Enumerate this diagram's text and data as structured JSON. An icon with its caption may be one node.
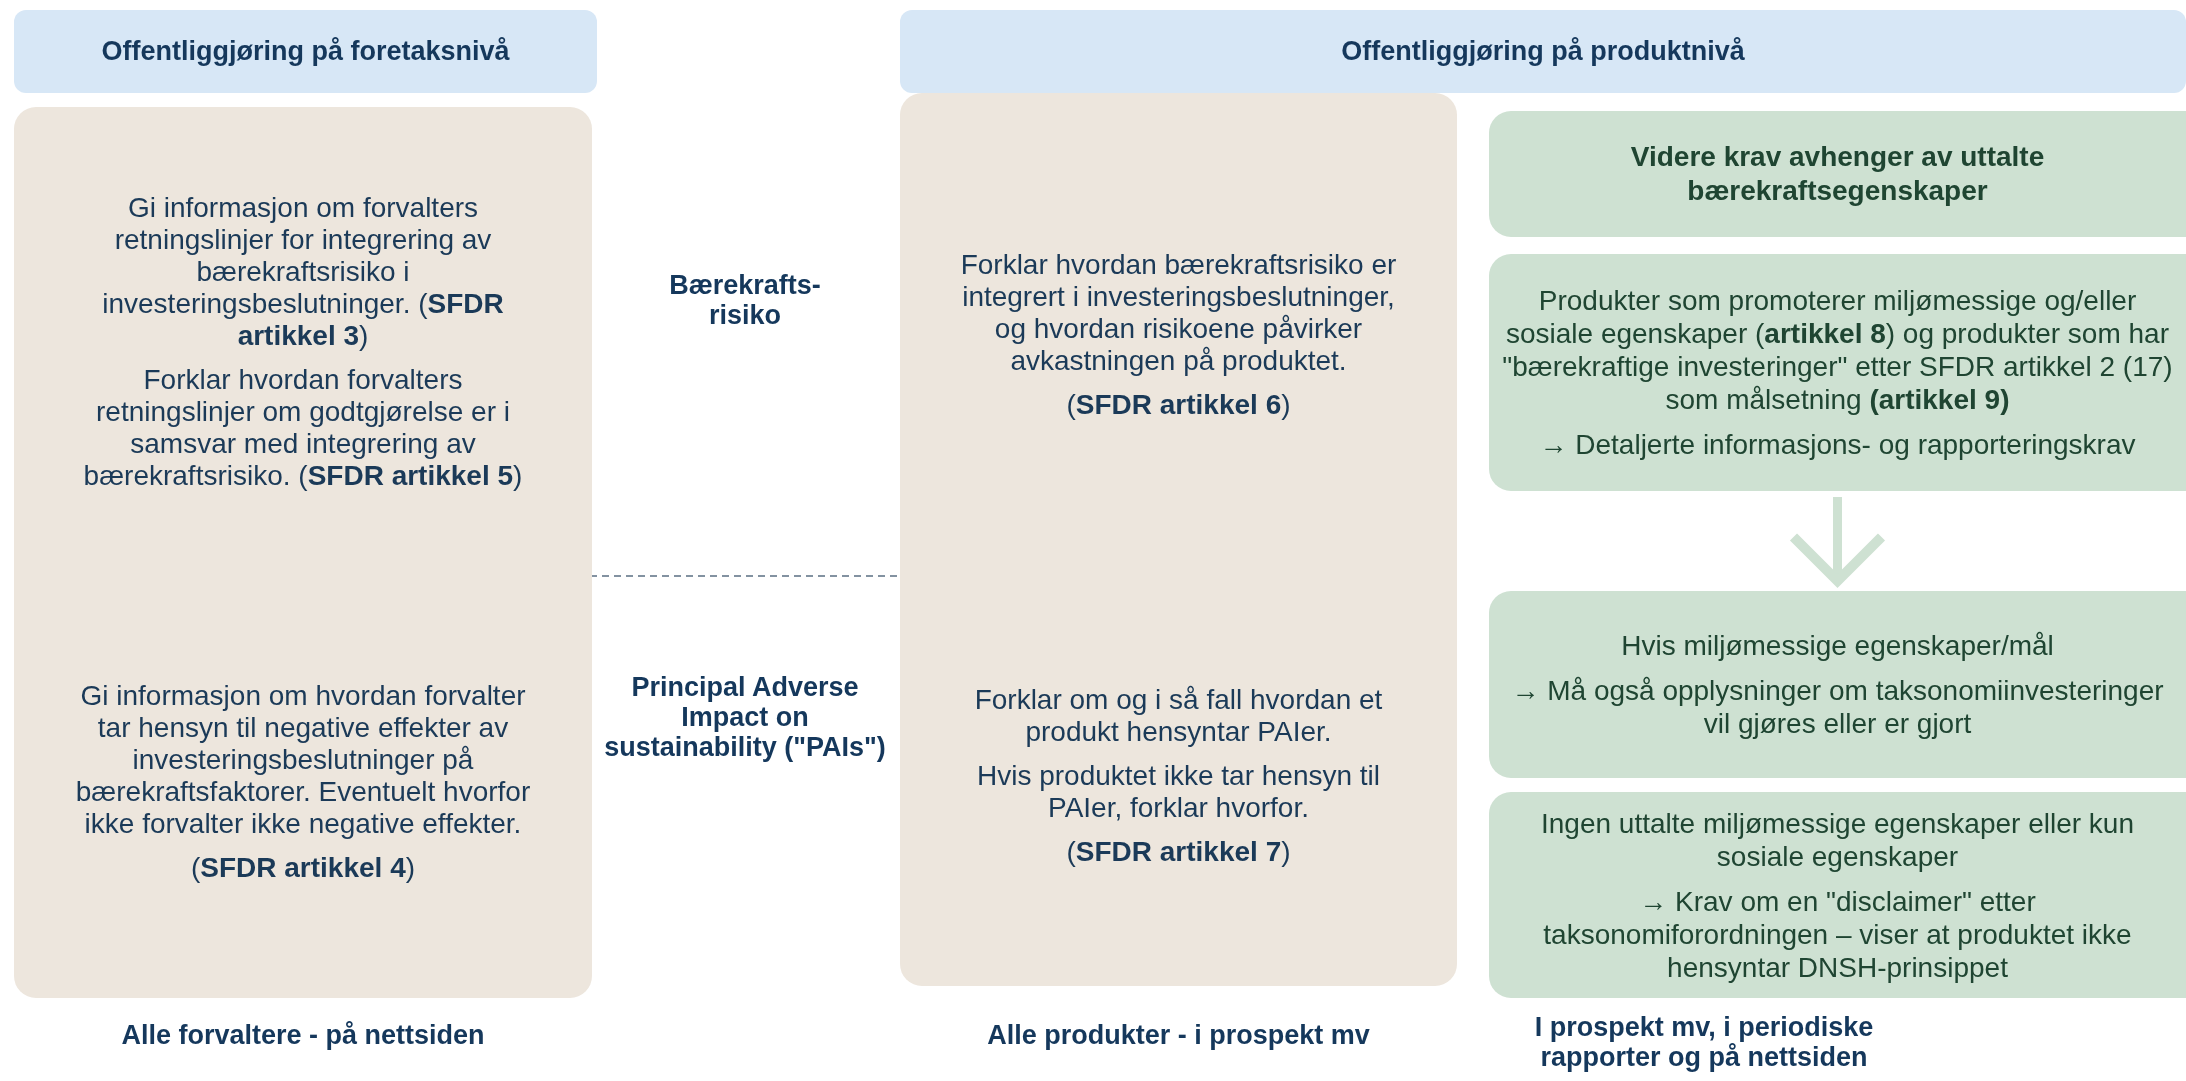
{
  "diagram": {
    "nodes": [
      {
        "text": [
          "Offentliggjøring på foretaksnivå"
        ]
      },
      {
        "text": [
          "Offentliggjøring på produktnivå"
        ]
      },
      {
        "text": [
          "Gi informasjon om forvalters retningslinjer for integrering av bærekraftsrisiko i investeringsbeslutninger. (**SFDR artikkel 3**)",
          "Forklar hvordan forvalters retningslinjer om godtgjørelse er i samsvar med integrering av bærekraftsrisiko. (**SFDR artikkel 5**)",
          "Gi informasjon om hvordan forvalter tar hensyn til negative effekter av investeringsbeslutninger på bærekraftsfaktorer. Eventuelt hvorfor ikke forvalter ikke negative effekter.",
          "(**SFDR artikkel 4**)"
        ]
      },
      {
        "text": [
          "Forklar hvordan bærekraftsrisiko er integrert i investeringsbeslutninger, og hvordan risikoene påvirker avkastningen på produktet.",
          "(**SFDR artikkel 6**)",
          "Forklar om og i så fall hvordan et produkt hensyntar PAIer.",
          "Hvis produktet ikke tar hensyn til PAIer, forklar hvorfor.",
          "(**SFDR artikkel 7**)"
        ]
      },
      {
        "text": [
          "Videre krav avhenger av uttalte bærekraftsegenskaper"
        ]
      },
      {
        "text": [
          "Produkter som promoterer miljømessige og/eller sosiale egenskaper (**artikkel 8**) og produkter som har \"bærekraftige investeringer\" etter SFDR artikkel 2 (17) som målsetning **(artikkel 9)**",
          "→ Detaljerte informasjons- og rapporteringskrav"
        ]
      },
      {
        "text": [
          "Hvis miljømessige egenskaper/mål",
          "→ Må også opplysninger om taksonomiinvesteringer vil gjøres eller er gjort"
        ]
      },
      {
        "text": [
          "Ingen uttalte miljømessige egenskaper eller kun sosiale egenskaper",
          "→ Krav om en \"disclaimer\" etter taksonomiforordningen – viser at produktet ikke hensyntar DNSH-prinsippet"
        ]
      }
    ],
    "edges": [
      {
        "from": 5,
        "to": 6,
        "arrow": "to"
      }
    ],
    "labels": [
      "Bærekrafts- risiko",
      "Principal Adverse Impact on sustainability (\"PAIs\")",
      "Alle forvaltere - på nettsiden",
      "Alle produkter - i prospekt mv",
      "I prospekt mv, i periodiske rapporter og på nettsiden"
    ]
  }
}
